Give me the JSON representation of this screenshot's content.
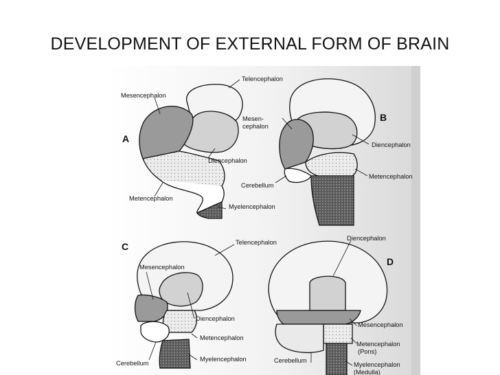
{
  "slide": {
    "title": "DEVELOPMENT OF EXTERNAL FORM OF BRAIN"
  },
  "figure": {
    "panels": {
      "A": {
        "letter": "A",
        "labels": {
          "telencephalon": "Telencephalon",
          "mesencephalon": "Mesencephalon",
          "diencephalon": "Diencephalon",
          "metencephalon": "Metencephalon",
          "myelencephalon": "Myelencephalon"
        }
      },
      "B": {
        "letter": "B",
        "labels": {
          "mesen_1": "Mesen-",
          "mesen_2": "cephalon",
          "diencephalon": "Diencephalon",
          "metencephalon": "Metencephalon",
          "cerebellum": "Cerebellum"
        }
      },
      "C": {
        "letter": "C",
        "labels": {
          "telencephalon": "Telencephalon",
          "mesencephalon": "Mesencephalon",
          "diencephalon": "Diencephalon",
          "metencephalon": "Metencephalon",
          "myelencephalon": "Myelencephalon",
          "cerebellum": "Cerebellum"
        }
      },
      "D": {
        "letter": "D",
        "labels": {
          "diencephalon": "Diencephalon",
          "mesencephalon": "Mesencephalon",
          "metencephalon": "Metencephalon",
          "pons": "(Pons)",
          "myelencephalon": "Myelencephalon",
          "medulla": "(Medulla)",
          "cerebellum": "Cerebellum"
        }
      }
    },
    "colors": {
      "page_scan": "#e9e9e9",
      "mesencephalon": "#9a9a9a",
      "telencephalon": "#f4f4f4",
      "diencephalon": "#d2d2d2",
      "metencephalon": "#e6e6e6",
      "myelencephalon": "#555555"
    }
  }
}
